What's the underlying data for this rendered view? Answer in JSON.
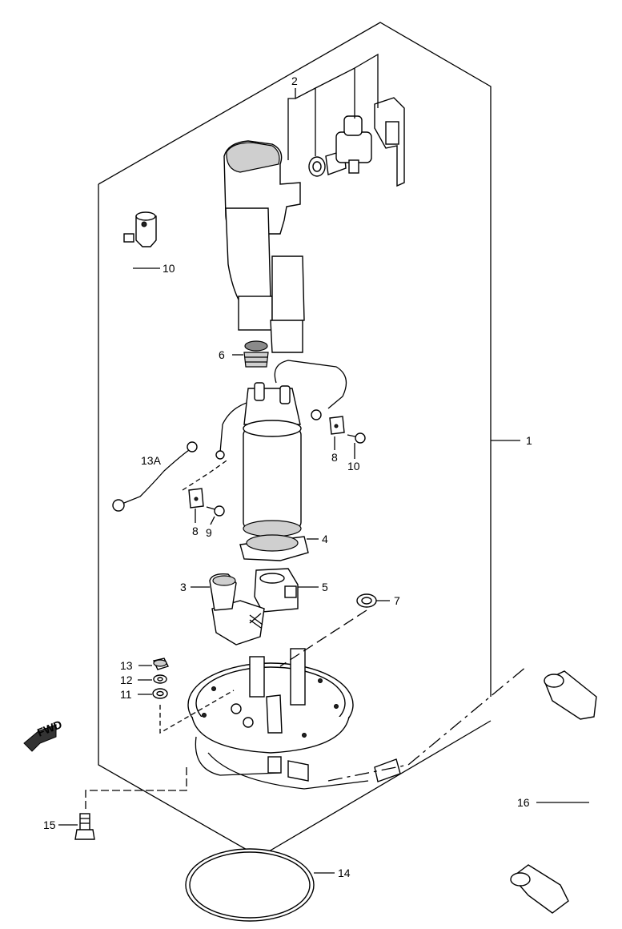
{
  "callouts": {
    "c1": "1",
    "c2": "2",
    "c3": "3",
    "c4": "4",
    "c5": "5",
    "c6": "6",
    "c7": "7",
    "c8a": "8",
    "c8b": "8",
    "c9": "9",
    "c10a": "10",
    "c10b": "10",
    "c11": "11",
    "c12": "12",
    "c13": "13",
    "c13a": "13A",
    "c14": "14",
    "c15": "15",
    "c16": "16"
  },
  "fwd_badge": "FWD"
}
